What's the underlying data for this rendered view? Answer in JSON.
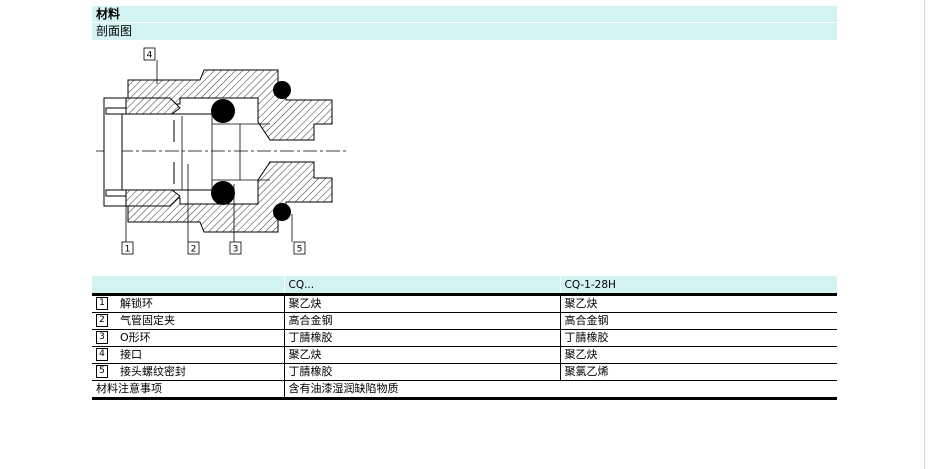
{
  "section": {
    "title": "材料",
    "subtitle": "剖面图"
  },
  "drawing": {
    "callouts": [
      "4",
      "1",
      "2",
      "3",
      "5"
    ]
  },
  "table": {
    "headers": [
      "",
      "CQ...",
      "CQ-1-28H"
    ],
    "rows": [
      {
        "num": "1",
        "part": "解锁环",
        "cq": "聚乙炔",
        "cq128h": "聚乙炔"
      },
      {
        "num": "2",
        "part": "气管固定夹",
        "cq": "高合金钢",
        "cq128h": "高合金钢"
      },
      {
        "num": "3",
        "part": "O形环",
        "cq": "丁腈橡胶",
        "cq128h": "丁腈橡胶"
      },
      {
        "num": "4",
        "part": "接口",
        "cq": "聚乙炔",
        "cq128h": "聚乙炔"
      },
      {
        "num": "5",
        "part": "接头螺纹密封",
        "cq": "丁腈橡胶",
        "cq128h": "聚氯乙烯"
      }
    ],
    "note_label": "材料注意事项",
    "note_value": "含有油漆湿润缺陷物质"
  }
}
